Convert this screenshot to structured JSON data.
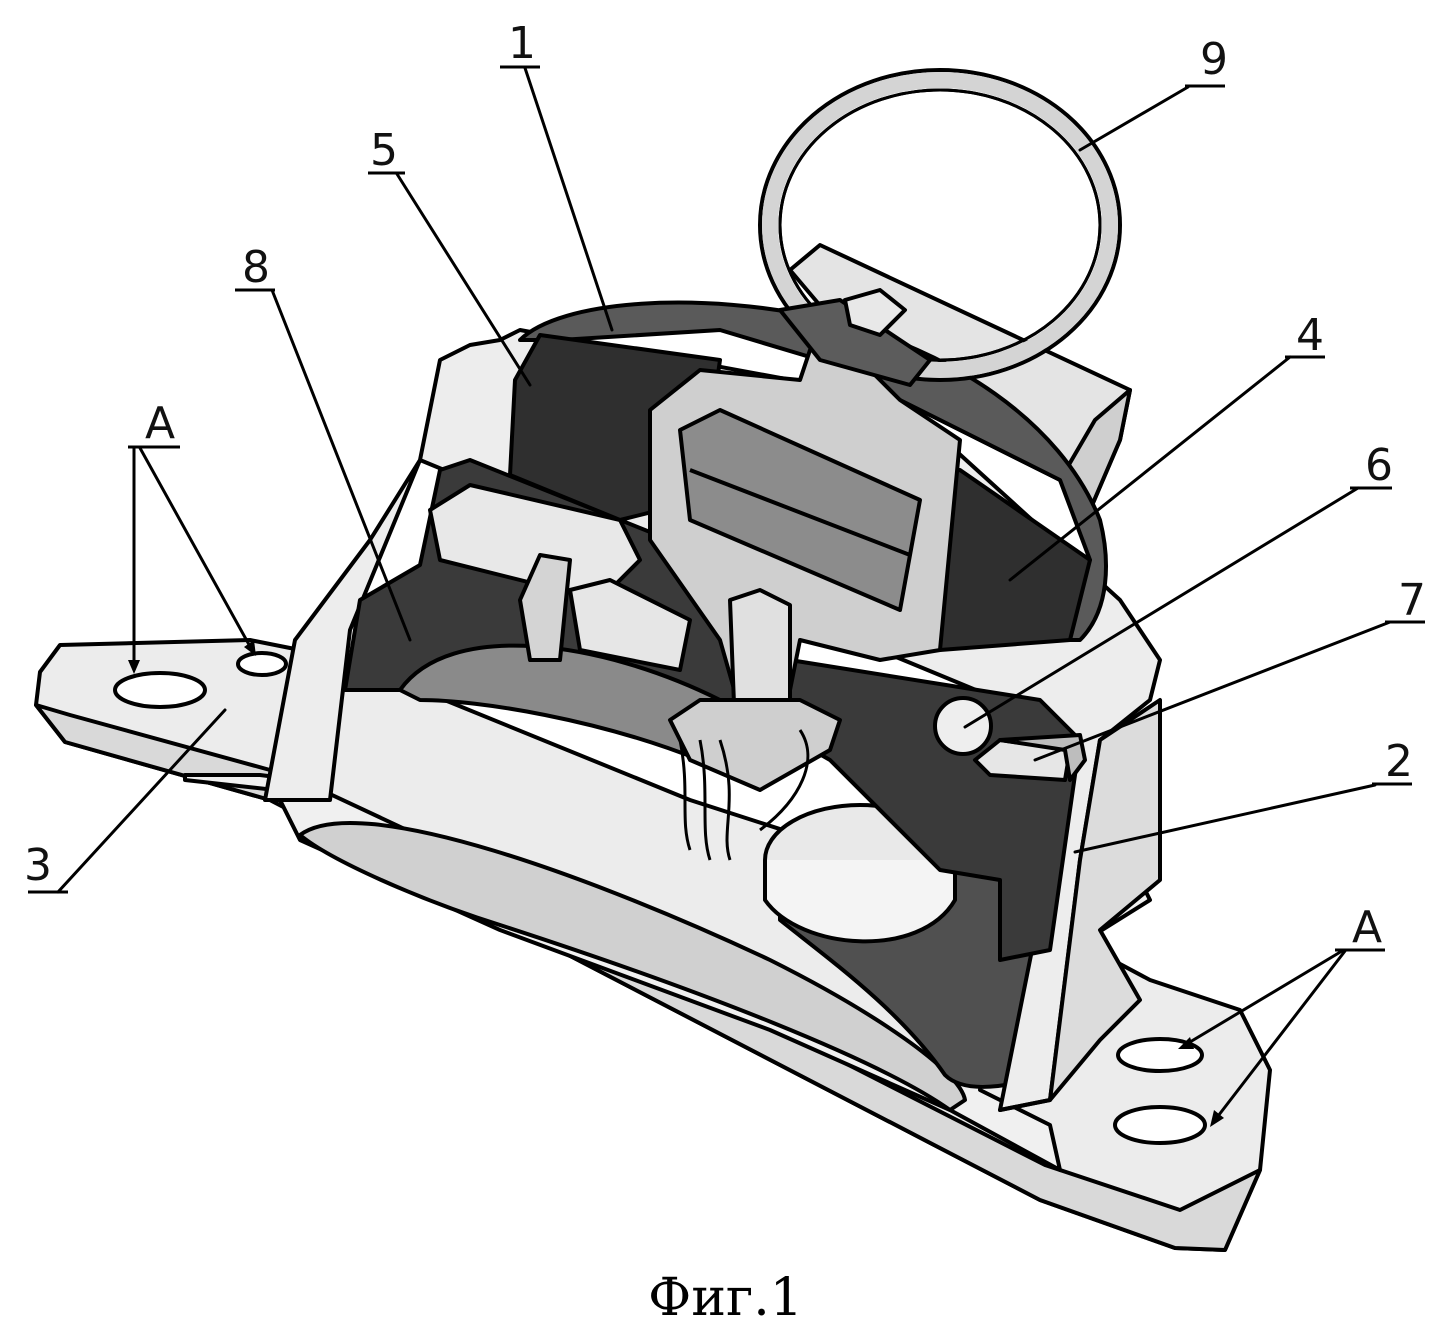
{
  "figure": {
    "caption": "Фиг.1",
    "labels": {
      "part_1": "1",
      "part_2": "2",
      "part_3": "3",
      "part_4": "4",
      "part_5": "5",
      "part_6": "6",
      "part_7": "7",
      "part_8": "8",
      "part_9": "9",
      "mount_left": "A",
      "mount_right": "A"
    }
  },
  "colors": {
    "outline": "#000000",
    "light_fill": "#e6e6e6",
    "mid_fill": "#9a9a9a",
    "dark_fill": "#3c3c3c",
    "very_dark_fill": "#2a2a2a",
    "background": "#ffffff"
  }
}
